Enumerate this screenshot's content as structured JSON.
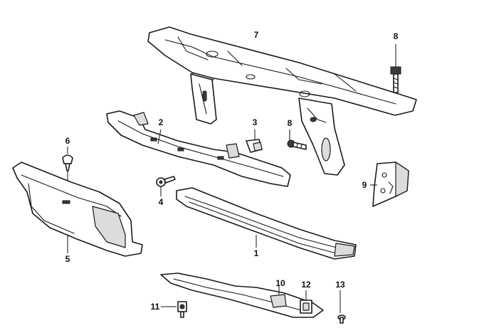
{
  "callouts": [
    {
      "id": "c1",
      "number": "1"
    },
    {
      "id": "c2",
      "number": "2"
    },
    {
      "id": "c3",
      "number": "3"
    },
    {
      "id": "c4",
      "number": "4"
    },
    {
      "id": "c5",
      "number": "5"
    },
    {
      "id": "c6",
      "number": "6"
    },
    {
      "id": "c7",
      "number": "7"
    },
    {
      "id": "c8a",
      "number": "8"
    },
    {
      "id": "c8b",
      "number": "8"
    },
    {
      "id": "c9",
      "number": "9"
    },
    {
      "id": "c10",
      "number": "10"
    },
    {
      "id": "c11",
      "number": "11"
    },
    {
      "id": "c12",
      "number": "12"
    },
    {
      "id": "c13",
      "number": "13"
    }
  ],
  "colors": {
    "ink": "#1a1a1a",
    "background": "#ffffff"
  }
}
